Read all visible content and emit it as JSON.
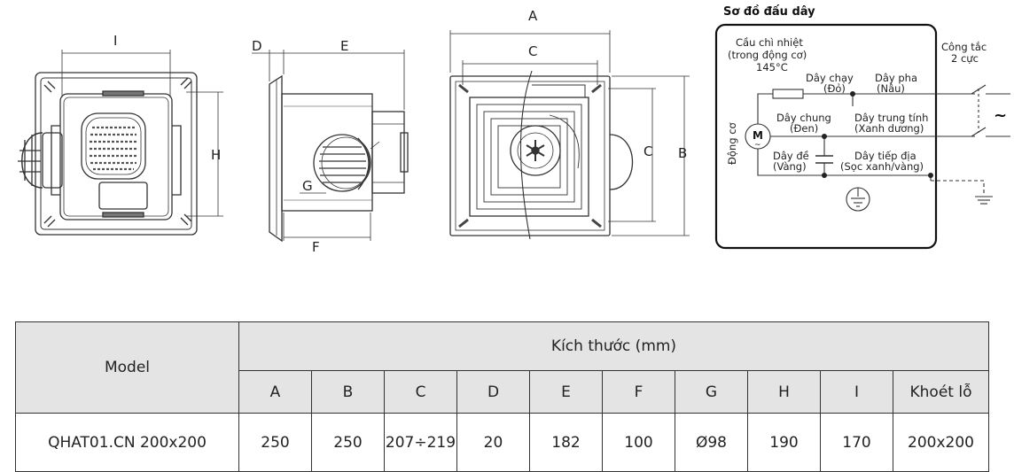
{
  "drawings": {
    "front_view": {
      "dim_I": "I",
      "dim_H": "H"
    },
    "side_view": {
      "dim_D": "D",
      "dim_E": "E",
      "dim_G": "G",
      "dim_F": "F"
    },
    "top_view": {
      "dim_A": "A",
      "dim_C_top": "C",
      "dim_C_side": "C",
      "dim_B": "B"
    }
  },
  "wiring": {
    "title": "Sơ đồ đấu dây",
    "fuse_line1": "Cầu chì nhiệt",
    "fuse_line2": "(trong động cơ)",
    "fuse_temp": "145°C",
    "switch_line1": "Công tắc",
    "switch_line2": "2 cực",
    "run_wire": "Dây chạy",
    "run_wire_color": "(Đỏ)",
    "phase_wire": "Dây pha",
    "phase_wire_color": "(Nâu)",
    "common_wire": "Dây chung",
    "common_wire_color": "(Đen)",
    "neutral_wire": "Dây trung tính",
    "neutral_wire_color": "(Xanh dương)",
    "motor_label": "Động cơ",
    "motor_symbol": "M",
    "motor_ac": "~",
    "start_wire": "Dây đề",
    "start_wire_color": "(Vàng)",
    "ground_wire": "Dây tiếp địa",
    "ground_wire_color": "(Sọc xanh/vàng)",
    "ac_symbol": "~"
  },
  "spec_table": {
    "model_header": "Model",
    "group_header": "Kích thước (mm)",
    "columns": [
      "A",
      "B",
      "C",
      "D",
      "E",
      "F",
      "G",
      "H",
      "I",
      "Khoét lỗ"
    ],
    "row": {
      "model": "QHAT01.CN 200x200",
      "values": [
        "250",
        "250",
        "207÷219",
        "20",
        "182",
        "100",
        "Ø98",
        "190",
        "170",
        "200x200"
      ]
    }
  }
}
